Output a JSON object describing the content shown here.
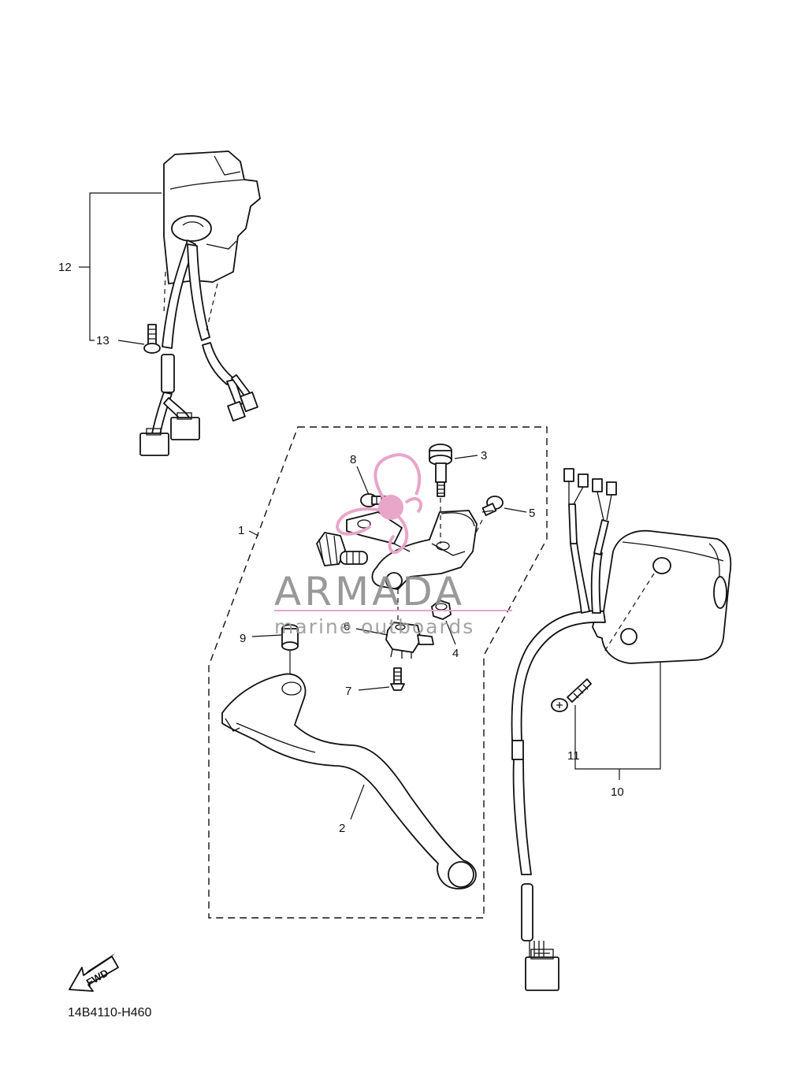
{
  "diagram_code": "14B4110-H460",
  "fwd_label": "FWD",
  "watermark": {
    "brand": "ARMADA",
    "tagline": "marine outboards",
    "accent_color": "#e8a6c8"
  },
  "callouts": {
    "c1": "1",
    "c2": "2",
    "c3": "3",
    "c4": "4",
    "c5": "5",
    "c6": "6",
    "c7": "7",
    "c8": "8",
    "c9": "9",
    "c10": "10",
    "c11": "11",
    "c12": "12",
    "c13": "13"
  }
}
